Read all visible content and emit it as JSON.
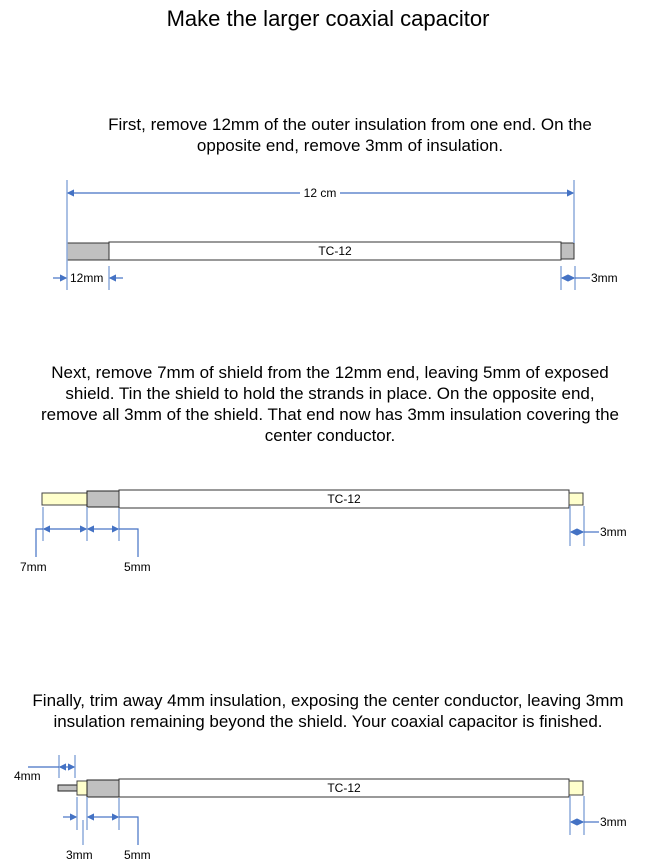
{
  "title": "Make the larger coaxial capacitor",
  "steps": [
    {
      "text": "First, remove 12mm of the outer insulation from one end. On the opposite end, remove 3mm of insulation.",
      "cable_label": "TC-12",
      "dims": {
        "overall": "12 cm",
        "left": "12mm",
        "right": "3mm"
      }
    },
    {
      "text": "Next, remove 7mm of shield from the 12mm end, leaving 5mm of exposed shield. Tin the shield to hold the strands in place. On the opposite end, remove all 3mm of the shield. That end now has 3mm insulation covering the center conductor.",
      "cable_label": "TC-12",
      "dims": {
        "left_a": "7mm",
        "left_b": "5mm",
        "right": "3mm"
      }
    },
    {
      "text": "Finally, trim away 4mm insulation, exposing the center conductor, leaving 3mm insulation remaining beyond the shield. Your coaxial capacitor is finished.",
      "cable_label": "TC-12",
      "dims": {
        "conductor": "4mm",
        "left_a": "3mm",
        "left_b": "5mm",
        "right": "3mm"
      }
    }
  ],
  "colors": {
    "shield": "#c0c0c0",
    "insulation": "#ffffcc",
    "dimension": "#4472c4"
  }
}
